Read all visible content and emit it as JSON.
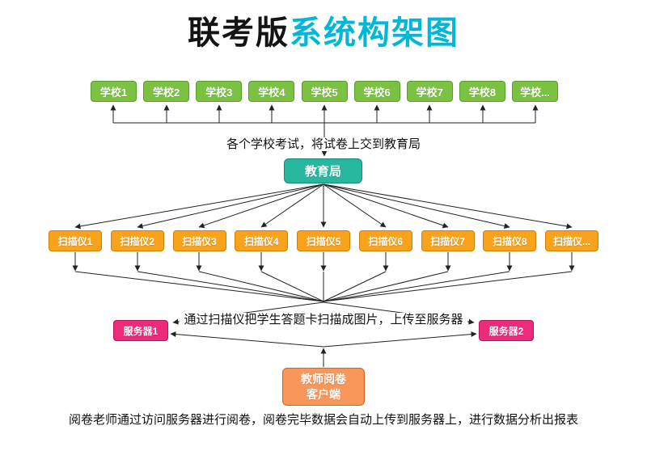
{
  "title": {
    "prefix": "联考版",
    "main": "系统构架图"
  },
  "schools": {
    "items": [
      "学校1",
      "学校2",
      "学校3",
      "学校4",
      "学校5",
      "学校6",
      "学校7",
      "学校8",
      "学校..."
    ],
    "note": "各个学校考试，将试卷上交到教育局"
  },
  "bureau": {
    "label": "教育局"
  },
  "scanners": {
    "items": [
      "扫描仪1",
      "扫描仪2",
      "扫描仪3",
      "扫描仪4",
      "扫描仪5",
      "扫描仪6",
      "扫描仪7",
      "扫描仪8",
      "扫描仪..."
    ],
    "note": "通过扫描仪把学生答题卡扫描成图片，上传至服务器"
  },
  "servers": {
    "items": [
      "服务器1",
      "服务器2"
    ]
  },
  "client": {
    "line1": "教师阅卷",
    "line2": "客户端"
  },
  "footer": {
    "note": "阅卷老师通过访问服务器进行阅卷，阅卷完毕数据会自动上传到服务器上，进行数据分析出报表"
  },
  "colors": {
    "title_accent": "#00b8d6",
    "school_green": "#7cc242",
    "bureau_teal": "#27b79e",
    "scanner_orange": "#f9a31c",
    "server_pink": "#ee2a7b",
    "client_orange": "#f8975a",
    "arrow": "#222222"
  }
}
